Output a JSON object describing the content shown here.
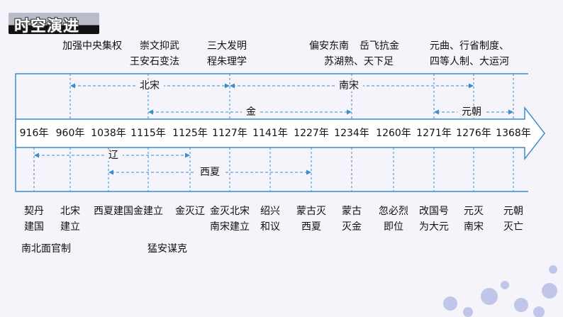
{
  "section_title": "时空演进",
  "years": [
    "916年",
    "960年",
    "1038年",
    "1115年",
    "1125年",
    "1127年",
    "1141年",
    "1227年",
    "1234年",
    "1260年",
    "1271年",
    "1276年",
    "1368年"
  ],
  "bottom_events": [
    [
      "契丹",
      "建国"
    ],
    [
      "北宋",
      "建立"
    ],
    [
      "西夏建国"
    ],
    [
      "金建立"
    ],
    [
      "金灭辽"
    ],
    [
      "金灭北宋",
      "南宋建立"
    ],
    [
      "绍兴",
      "和议"
    ],
    [
      "蒙古灭",
      "西夏"
    ],
    [
      "蒙古",
      "灭金"
    ],
    [
      "忽必烈",
      "即位"
    ],
    [
      "改国号",
      "为大元"
    ],
    [
      "元灭",
      "南宋"
    ],
    [
      "元朝",
      "灭亡"
    ]
  ],
  "bottom_extra": [
    "南北面官制",
    "猛安谋克"
  ],
  "top_notes": {
    "a1": "加强中央集权",
    "a2": "崇文抑武",
    "a3": "王安石变法",
    "b1": "三大发明",
    "b2": "程朱理学",
    "c1": "偏安东南",
    "c2": "岳飞抗金",
    "c3": "苏湖熟、天下足",
    "d1": "元曲、行省制度、",
    "d2": "四等人制、大运河"
  },
  "periods": {
    "bei_song": "北宋",
    "nan_song": "南宋",
    "jin": "金",
    "yuan": "元朝",
    "liao": "辽",
    "xi_xia": "西夏"
  },
  "colors": {
    "line": "#3a8ec9",
    "text": "#111111",
    "band": "#ffffff",
    "tag_dark": "#111111",
    "tag_light": "#b9bcc9"
  }
}
